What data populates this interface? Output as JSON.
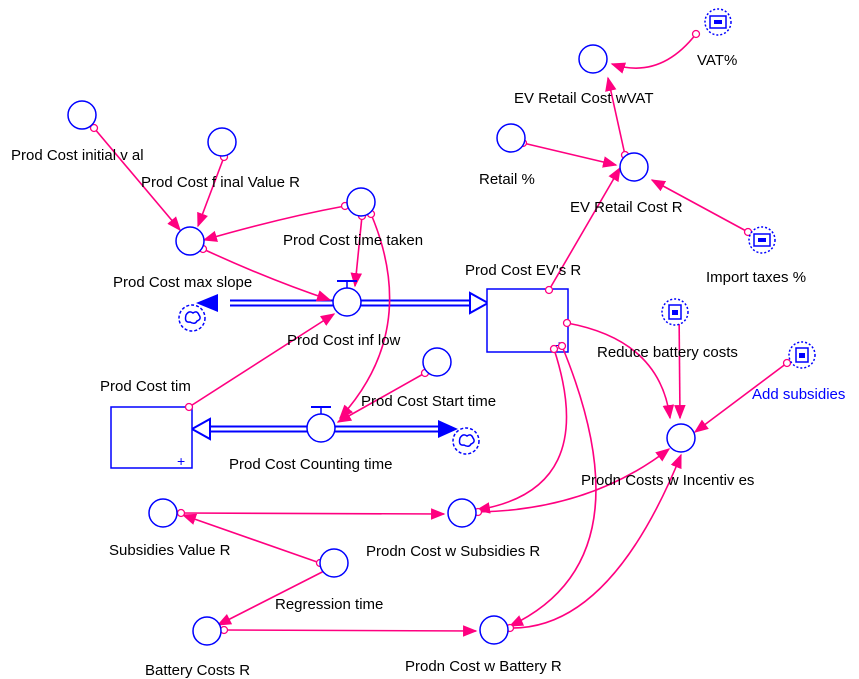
{
  "colors": {
    "node": "#0000ff",
    "link": "#ff0080",
    "text": "#000000",
    "text_accent": "#0000ff"
  },
  "labels": {
    "prod_cost_initial_val": "Prod Cost initial v al",
    "prod_cost_final_value": "Prod Cost f inal Value R",
    "prod_cost_max_slope": "Prod Cost max slope",
    "prod_cost_time_taken": "Prod Cost time taken",
    "prod_cost_inflow": "Prod Cost inf low",
    "prod_cost_evs": "Prod Cost EV's R",
    "prod_cost_tim": "Prod Cost tim",
    "prod_cost_start_time": "Prod Cost Start time",
    "prod_cost_counting_time": "Prod Cost Counting time",
    "retail_pct": "Retail %",
    "ev_retail_cost_wvat": "EV Retail Cost wVAT",
    "ev_retail_cost": "EV Retail Cost R",
    "vat_pct": "VAT%",
    "import_taxes": "Import taxes %",
    "reduce_battery_costs": "Reduce battery  costs",
    "add_subsidies": "Add subsidies",
    "prodn_costs_w_incentives": "Prodn Costs w Incentiv es",
    "subsidies_value": "Subsidies Value R",
    "prodn_cost_w_subsidies": "Prodn Cost w Subsidies R",
    "regression_time": "Regression time",
    "battery_costs": "Battery  Costs R",
    "prodn_cost_w_battery": "Prodn Cost w Battery  R"
  }
}
